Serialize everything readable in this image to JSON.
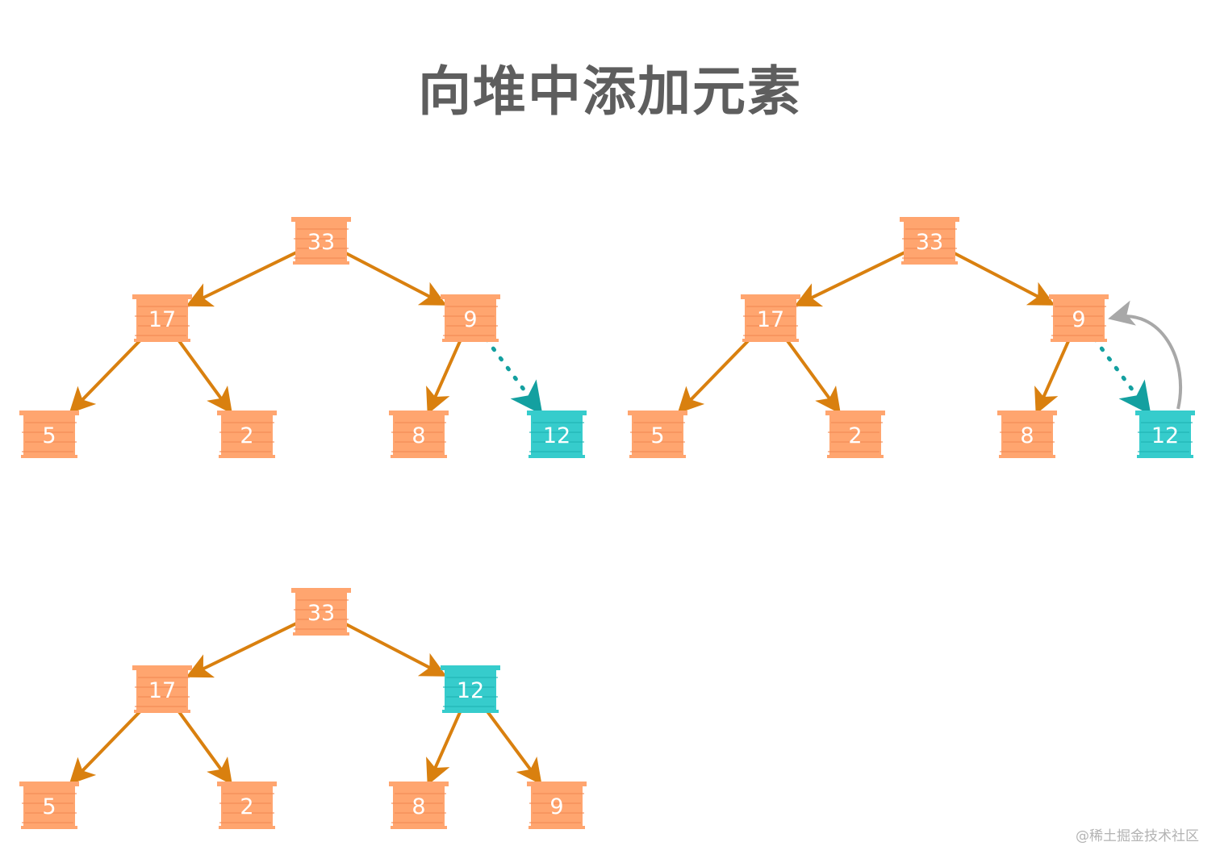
{
  "title": "向堆中添加元素",
  "watermark": "@稀土掘金技术社区",
  "colors": {
    "normal_node": "#ffa56f",
    "normal_node_stripe": "#f28b54",
    "highlight_node": "#36cccc",
    "highlight_node_stripe": "#1fb2b2",
    "edge": "#d9800f",
    "new_edge": "#14a0a0",
    "swap_arrow": "#a8a8a8",
    "label": "#ffffff",
    "title": "#5e5e5e"
  },
  "panels": [
    {
      "id": "step-1",
      "nodes": [
        {
          "id": "n33",
          "label": "33",
          "highlight": false
        },
        {
          "id": "n17",
          "label": "17",
          "highlight": false
        },
        {
          "id": "n9",
          "label": "9",
          "highlight": false
        },
        {
          "id": "n5",
          "label": "5",
          "highlight": false
        },
        {
          "id": "n2",
          "label": "2",
          "highlight": false
        },
        {
          "id": "n8",
          "label": "8",
          "highlight": false
        },
        {
          "id": "n12",
          "label": "12",
          "highlight": true
        }
      ],
      "edges": [
        {
          "from": "n33",
          "to": "n17",
          "style": "solid"
        },
        {
          "from": "n33",
          "to": "n9",
          "style": "solid"
        },
        {
          "from": "n17",
          "to": "n5",
          "style": "solid"
        },
        {
          "from": "n17",
          "to": "n2",
          "style": "solid"
        },
        {
          "from": "n9",
          "to": "n8",
          "style": "solid"
        },
        {
          "from": "n9",
          "to": "n12",
          "style": "dashed"
        }
      ],
      "swap": null
    },
    {
      "id": "step-2",
      "nodes": [
        {
          "id": "n33",
          "label": "33",
          "highlight": false
        },
        {
          "id": "n17",
          "label": "17",
          "highlight": false
        },
        {
          "id": "n9",
          "label": "9",
          "highlight": false
        },
        {
          "id": "n5",
          "label": "5",
          "highlight": false
        },
        {
          "id": "n2",
          "label": "2",
          "highlight": false
        },
        {
          "id": "n8",
          "label": "8",
          "highlight": false
        },
        {
          "id": "n12",
          "label": "12",
          "highlight": true
        }
      ],
      "edges": [
        {
          "from": "n33",
          "to": "n17",
          "style": "solid"
        },
        {
          "from": "n33",
          "to": "n9",
          "style": "solid"
        },
        {
          "from": "n17",
          "to": "n5",
          "style": "solid"
        },
        {
          "from": "n17",
          "to": "n2",
          "style": "solid"
        },
        {
          "from": "n9",
          "to": "n8",
          "style": "solid"
        },
        {
          "from": "n9",
          "to": "n12",
          "style": "dashed"
        }
      ],
      "swap": {
        "from": "n12",
        "to": "n9"
      }
    },
    {
      "id": "step-3",
      "nodes": [
        {
          "id": "n33",
          "label": "33",
          "highlight": false
        },
        {
          "id": "n17",
          "label": "17",
          "highlight": false
        },
        {
          "id": "n12",
          "label": "12",
          "highlight": true
        },
        {
          "id": "n5",
          "label": "5",
          "highlight": false
        },
        {
          "id": "n2",
          "label": "2",
          "highlight": false
        },
        {
          "id": "n8",
          "label": "8",
          "highlight": false
        },
        {
          "id": "n9",
          "label": "9",
          "highlight": false
        }
      ],
      "edges": [
        {
          "from": "n33",
          "to": "n17",
          "style": "solid"
        },
        {
          "from": "n33",
          "to": "n12",
          "style": "solid"
        },
        {
          "from": "n17",
          "to": "n5",
          "style": "solid"
        },
        {
          "from": "n17",
          "to": "n2",
          "style": "solid"
        },
        {
          "from": "n12",
          "to": "n8",
          "style": "solid"
        },
        {
          "from": "n12",
          "to": "n9",
          "style": "solid"
        }
      ],
      "swap": null
    }
  ]
}
